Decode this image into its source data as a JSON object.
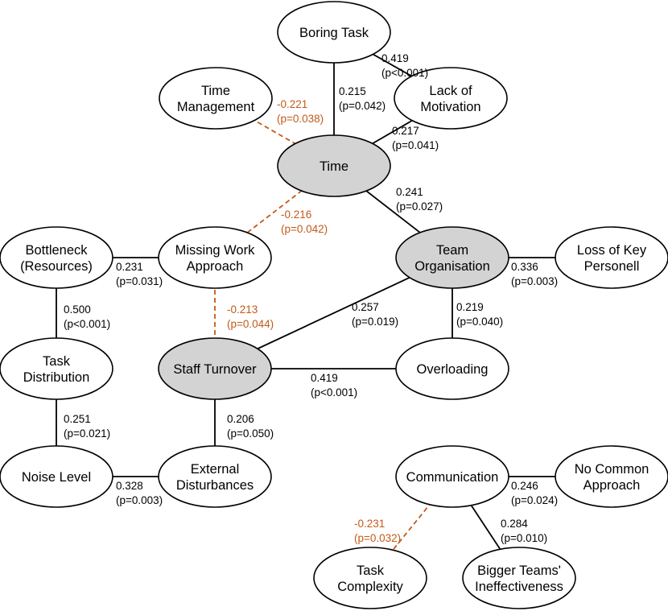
{
  "colors": {
    "node_default": "#ffffff",
    "node_highlight": "#d3d3d3",
    "positive_edge": "#000000",
    "negative_edge": "#c25a1a"
  },
  "nodes": [
    {
      "id": "boring-task",
      "lines": [
        "Boring Task"
      ],
      "highlight": false
    },
    {
      "id": "time-management",
      "lines": [
        "Time",
        "Management"
      ],
      "highlight": false
    },
    {
      "id": "lack-of-motivation",
      "lines": [
        "Lack of",
        "Motivation"
      ],
      "highlight": false
    },
    {
      "id": "time",
      "lines": [
        "Time"
      ],
      "highlight": true
    },
    {
      "id": "bottleneck-resources",
      "lines": [
        "Bottleneck",
        "(Resources)"
      ],
      "highlight": false
    },
    {
      "id": "missing-work-approach",
      "lines": [
        "Missing Work",
        "Approach"
      ],
      "highlight": false
    },
    {
      "id": "team-organisation",
      "lines": [
        "Team",
        "Organisation"
      ],
      "highlight": true
    },
    {
      "id": "loss-of-key-personell",
      "lines": [
        "Loss of Key",
        "Personell"
      ],
      "highlight": false
    },
    {
      "id": "task-distribution",
      "lines": [
        "Task",
        "Distribution"
      ],
      "highlight": false
    },
    {
      "id": "staff-turnover",
      "lines": [
        "Staff Turnover"
      ],
      "highlight": true
    },
    {
      "id": "overloading",
      "lines": [
        "Overloading"
      ],
      "highlight": false
    },
    {
      "id": "noise-level",
      "lines": [
        "Noise Level"
      ],
      "highlight": false
    },
    {
      "id": "external-disturbances",
      "lines": [
        "External",
        "Disturbances"
      ],
      "highlight": false
    },
    {
      "id": "communication",
      "lines": [
        "Communication"
      ],
      "highlight": false
    },
    {
      "id": "no-common-approach",
      "lines": [
        "No Common",
        "Approach"
      ],
      "highlight": false
    },
    {
      "id": "task-complexity",
      "lines": [
        "Task",
        "Complexity"
      ],
      "highlight": false
    },
    {
      "id": "bigger-teams-ineffectiveness",
      "lines": [
        "Bigger Teams'",
        "Ineffectiveness"
      ],
      "highlight": false
    }
  ],
  "edges": [
    {
      "id": "boring-task-lack-of-motivation",
      "from": "boring-task",
      "to": "lack-of-motivation",
      "coef": "0.419",
      "p": "(p<0.001)",
      "negative": false
    },
    {
      "id": "boring-task-time",
      "from": "boring-task",
      "to": "time",
      "coef": "0.215",
      "p": "(p=0.042)",
      "negative": false
    },
    {
      "id": "lack-of-motivation-time",
      "from": "lack-of-motivation",
      "to": "time",
      "coef": "0.217",
      "p": "(p=0.041)",
      "negative": false
    },
    {
      "id": "time-management-time",
      "from": "time-management",
      "to": "time",
      "coef": "-0.221",
      "p": "(p=0.038)",
      "negative": true
    },
    {
      "id": "time-team-organisation",
      "from": "time",
      "to": "team-organisation",
      "coef": "0.241",
      "p": "(p=0.027)",
      "negative": false
    },
    {
      "id": "time-missing-work-approach",
      "from": "time",
      "to": "missing-work-approach",
      "coef": "-0.216",
      "p": "(p=0.042)",
      "negative": true
    },
    {
      "id": "bottleneck-missing-work-approach",
      "from": "bottleneck-resources",
      "to": "missing-work-approach",
      "coef": "0.231",
      "p": "(p=0.031)",
      "negative": false
    },
    {
      "id": "team-organisation-loss-of-key-personell",
      "from": "team-organisation",
      "to": "loss-of-key-personell",
      "coef": "0.336",
      "p": "(p=0.003)",
      "negative": false
    },
    {
      "id": "bottleneck-task-distribution",
      "from": "bottleneck-resources",
      "to": "task-distribution",
      "coef": "0.500",
      "p": "(p<0.001)",
      "negative": false
    },
    {
      "id": "missing-work-approach-staff-turnover",
      "from": "missing-work-approach",
      "to": "staff-turnover",
      "coef": "-0.213",
      "p": "(p=0.044)",
      "negative": true
    },
    {
      "id": "team-organisation-staff-turnover",
      "from": "team-organisation",
      "to": "staff-turnover",
      "coef": "0.257",
      "p": "(p=0.019)",
      "negative": false
    },
    {
      "id": "team-organisation-overloading",
      "from": "team-organisation",
      "to": "overloading",
      "coef": "0.219",
      "p": "(p=0.040)",
      "negative": false
    },
    {
      "id": "staff-turnover-overloading",
      "from": "staff-turnover",
      "to": "overloading",
      "coef": "0.419",
      "p": "(p<0.001)",
      "negative": false
    },
    {
      "id": "task-distribution-noise-level",
      "from": "task-distribution",
      "to": "noise-level",
      "coef": "0.251",
      "p": "(p=0.021)",
      "negative": false
    },
    {
      "id": "staff-turnover-external-disturbances",
      "from": "staff-turnover",
      "to": "external-disturbances",
      "coef": "0.206",
      "p": "(p=0.050)",
      "negative": false
    },
    {
      "id": "noise-level-external-disturbances",
      "from": "noise-level",
      "to": "external-disturbances",
      "coef": "0.328",
      "p": "(p=0.003)",
      "negative": false
    },
    {
      "id": "communication-no-common-approach",
      "from": "communication",
      "to": "no-common-approach",
      "coef": "0.246",
      "p": "(p=0.024)",
      "negative": false
    },
    {
      "id": "communication-bigger-teams",
      "from": "communication",
      "to": "bigger-teams-ineffectiveness",
      "coef": "0.284",
      "p": "(p=0.010)",
      "negative": false
    },
    {
      "id": "communication-task-complexity",
      "from": "communication",
      "to": "task-complexity",
      "coef": "-0.231",
      "p": "(p=0.032)",
      "negative": true
    }
  ]
}
